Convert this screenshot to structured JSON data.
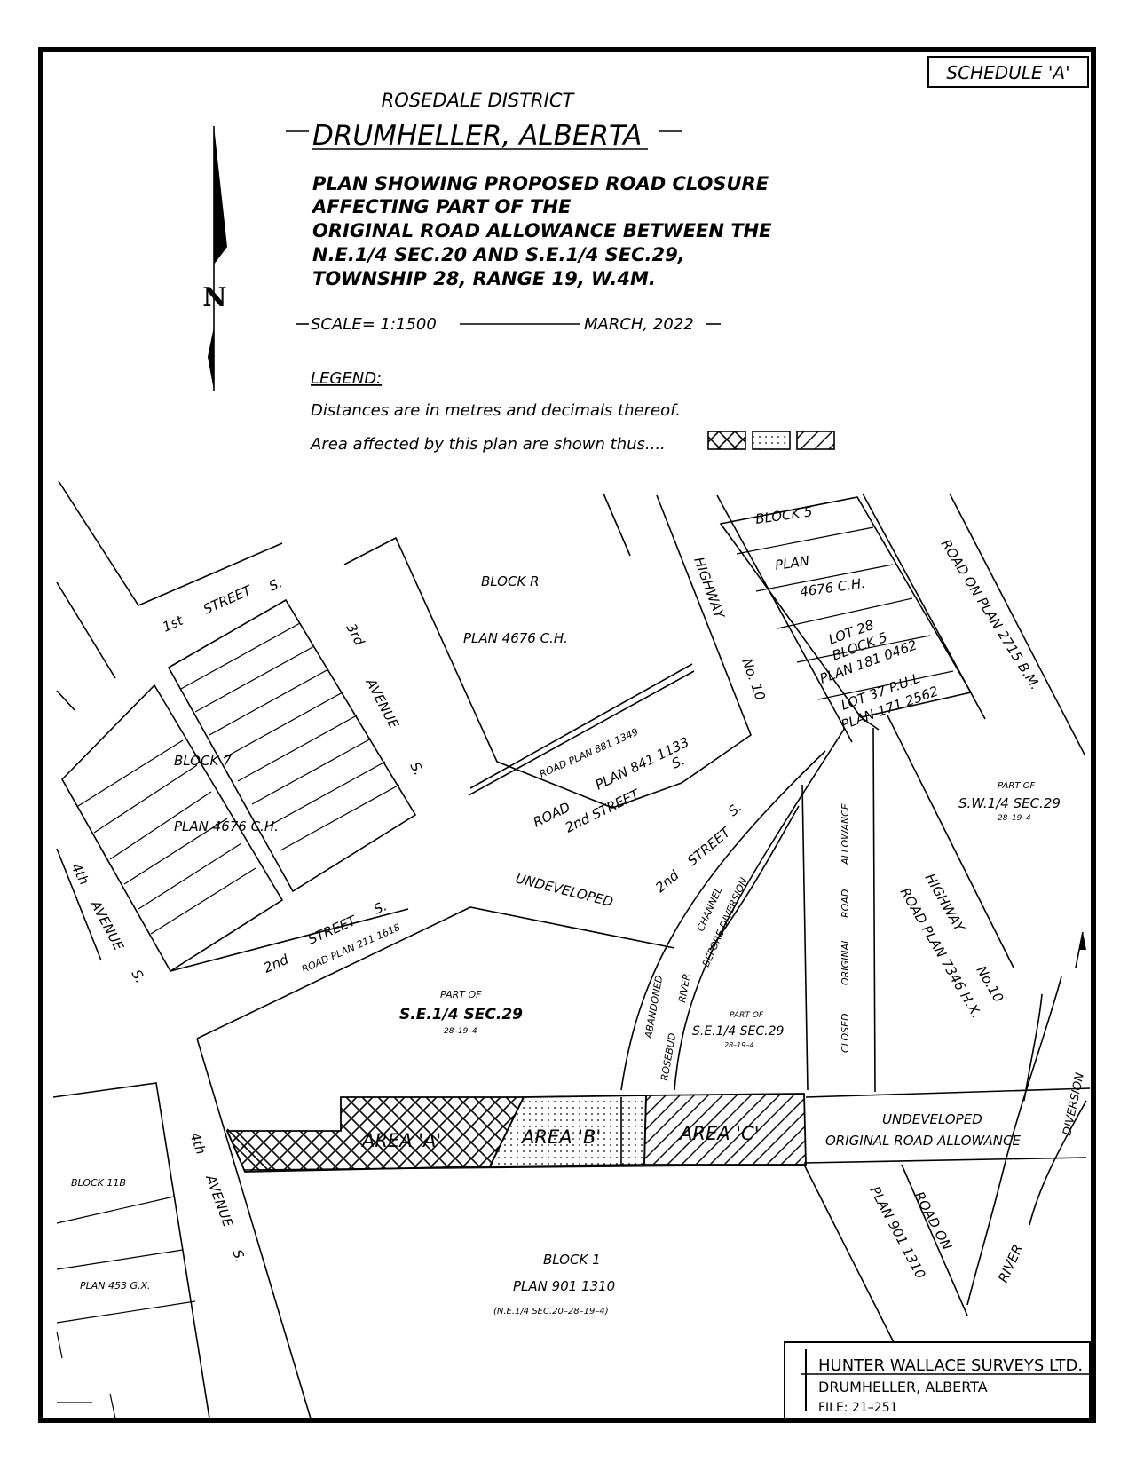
{
  "schedule": "SCHEDULE 'A'",
  "header": {
    "district": "ROSEDALE DISTRICT",
    "town": "DRUMHELLER, ALBERTA",
    "description": [
      "PLAN SHOWING PROPOSED ROAD CLOSURE",
      "AFFECTING PART OF THE",
      "ORIGINAL ROAD ALLOWANCE BETWEEN THE",
      "N.E.1/4 SEC.20 AND S.E.1/4 SEC.29,",
      "TOWNSHIP 28, RANGE 19, W.4M."
    ],
    "scale": "SCALE= 1:1500",
    "date": "MARCH, 2022"
  },
  "north_arrow": {
    "label": "N",
    "icon": "north-arrow-icon"
  },
  "legend": {
    "title": "LEGEND:",
    "distances": "Distances are in metres and decimals thereof.",
    "areas": "Area affected by this plan are shown thus....",
    "patterns": [
      "crosshatch",
      "dotted",
      "diagonal-hatch"
    ]
  },
  "map_labels": {
    "street_1st": [
      "1st",
      "STREET",
      "S."
    ],
    "avenue_3rd": [
      "3rd",
      "AVENUE",
      "S."
    ],
    "block_r": "BLOCK   R",
    "plan_block_r": "PLAN    4676  C.H.",
    "highway_10": [
      "HIGHWAY",
      "No. 10"
    ],
    "block_5": "BLOCK   5",
    "block_5_plan": "PLAN",
    "block_5_ch": "4676  C.H.",
    "lot_28": [
      "LOT 28",
      "BLOCK 5",
      "PLAN 181 0462"
    ],
    "lot_37": [
      "LOT 37 P.U.L",
      "PLAN 171 2562"
    ],
    "road_plan_2715": "ROAD  ON  PLAN  2715 B.M.",
    "block_7": "BLOCK   7",
    "plan_block_7": "PLAN    4676  C.H.",
    "road_plan_881": "ROAD PLAN 881 1349",
    "road_plan_841": [
      "ROAD",
      "PLAN 841 1133",
      "2nd   STREET",
      "S."
    ],
    "sw_part_of": "PART OF",
    "sw_quarter": "S.W.1/4  SEC.29",
    "sw_twp": "28–19–4",
    "avenue_4th_upper": [
      "4th",
      "AVENUE",
      "S."
    ],
    "undeveloped_2nd": "UNDEVELOPED",
    "street_2nd_right": [
      "2nd",
      "STREET",
      "S."
    ],
    "street_2nd_left": [
      "2nd",
      "STREET",
      "S."
    ],
    "road_plan_211": "ROAD PLAN 211 1618",
    "channel": [
      "CHANNEL",
      "BEFORE  DIVERSION"
    ],
    "closed_road": [
      "CLOSED",
      "ORIGINAL",
      "ROAD",
      "ALLOWANCE"
    ],
    "highway_road_plan": [
      "HIGHWAY",
      "No.10",
      "ROAD PLAN 7346 H.X."
    ],
    "se_part_of": "PART OF",
    "se_quarter": "S.E.1/4  SEC.29",
    "se_twp": "28–19–4",
    "rosebud": [
      "ABANDONED",
      "RIVER",
      "ROSEBUD"
    ],
    "se_part_of_small": "PART OF",
    "se_quarter_small": "S.E.1/4  SEC.29",
    "se_twp_small": "28–19–4",
    "diversion": "DIVERSION",
    "area_a": "AREA  'A'",
    "area_b": "AREA  'B'",
    "area_c": "AREA  'C'",
    "undeveloped_ora": [
      "UNDEVELOPED",
      "ORIGINAL  ROAD  ALLOWANCE"
    ],
    "block_11b": "BLOCK   11B",
    "plan_453": "PLAN    453  G.X.",
    "avenue_4th_lower": [
      "4th",
      "AVENUE",
      "S."
    ],
    "block_1": "BLOCK  1",
    "plan_901": "PLAN   901  1310",
    "ne_quarter": "(N.E.1/4  SEC.20–28–19–4)",
    "road_plan_901": [
      "ROAD  ON",
      "PLAN  901  1310"
    ],
    "river": "RIVER"
  },
  "title_block": {
    "company": "HUNTER  WALLACE  SURVEYS  LTD.",
    "location": "DRUMHELLER,  ALBERTA",
    "file": "FILE:   21–251"
  }
}
